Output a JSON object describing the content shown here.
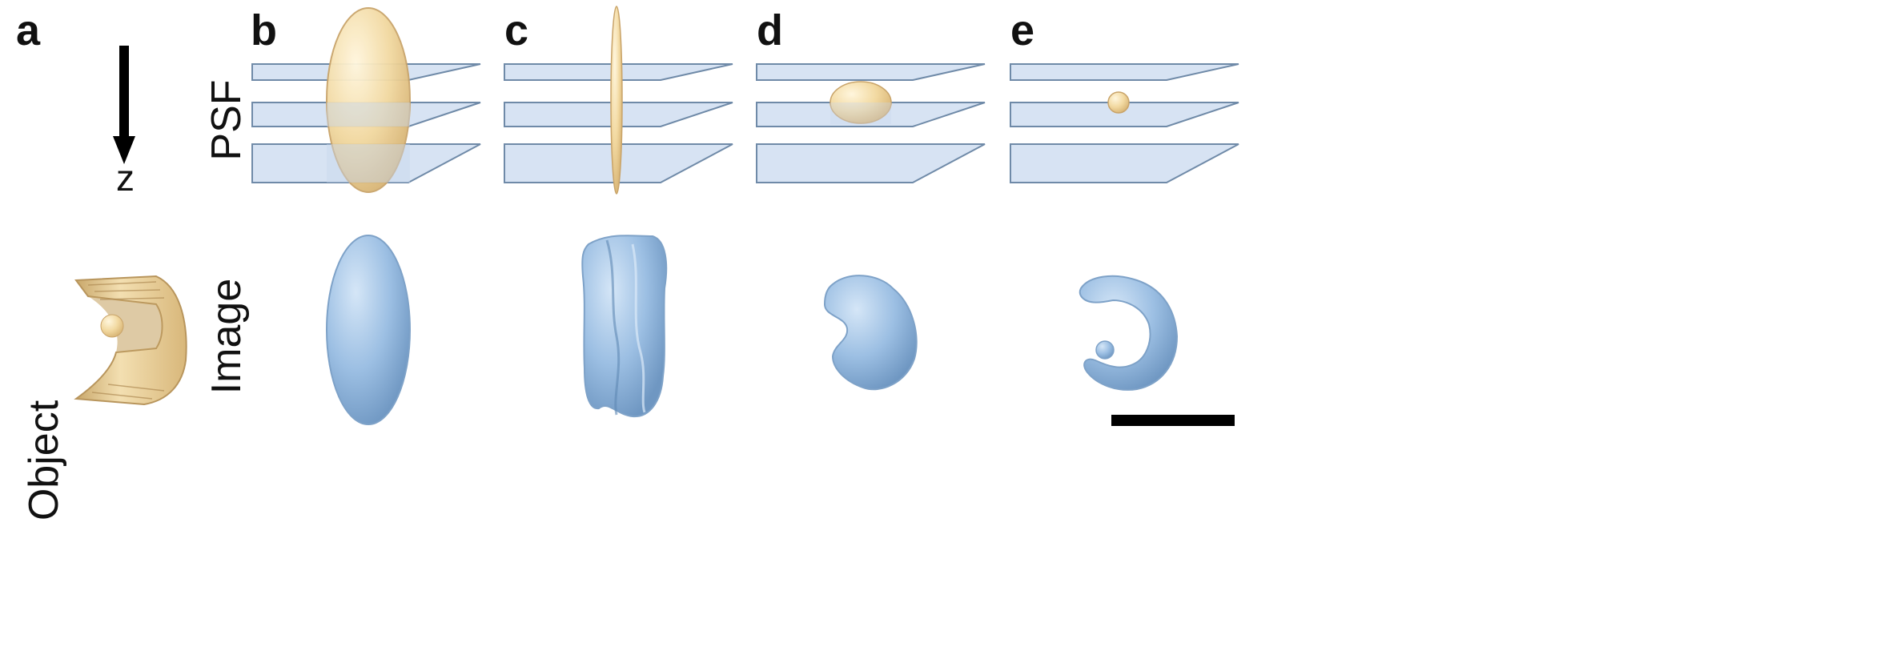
{
  "panels": {
    "a": "a",
    "b": "b",
    "c": "c",
    "d": "d",
    "e": "e"
  },
  "row_labels": {
    "psf": "PSF",
    "object": "Object",
    "image": "Image"
  },
  "axis": {
    "z_label": "z"
  },
  "colors": {
    "psf_fill": "#f3dfae",
    "image_fill": "#9cbfe3",
    "plane_fill": "#c8d8ee",
    "object_fill": "#e9d3a0",
    "scale_bar": "#000000"
  }
}
